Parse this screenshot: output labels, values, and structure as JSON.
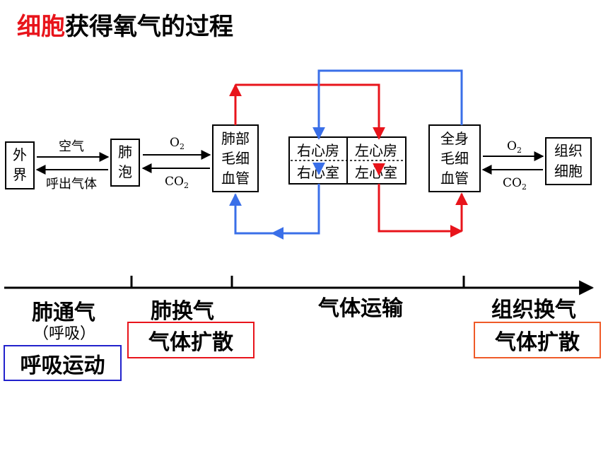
{
  "title": {
    "highlight": "细胞",
    "rest": "获得氧气的过程"
  },
  "nodes": {
    "outside": [
      "外",
      "界"
    ],
    "alveolus": [
      "肺",
      "泡"
    ],
    "lung_capillary": [
      "肺部",
      "毛细",
      "血管"
    ],
    "heart": {
      "right_atrium": "右心房",
      "left_atrium": "左心房",
      "right_ventricle": "右心室",
      "left_ventricle": "左心室"
    },
    "body_capillary": [
      "全身",
      "毛细",
      "血管"
    ],
    "tissue_cell": [
      "组织",
      "细胞"
    ]
  },
  "flows": {
    "air_in": "空气",
    "gas_out": "呼出气体",
    "o2_main": "O",
    "o2_sub": "2",
    "co2_main": "CO",
    "co2_sub": "2"
  },
  "stages": {
    "lung_ventilation": "肺通气",
    "breathing_paren": "（呼吸）",
    "breathing_movement": "呼吸运动",
    "lung_exchange": "肺换气",
    "lung_diffusion": "气体扩散",
    "gas_transport": "气体运输",
    "tissue_exchange": "组织换气",
    "tissue_diffusion": "气体扩散"
  },
  "colors": {
    "red": "#e8141b",
    "blue": "#3a6fe8",
    "box_blue": "#2222cc",
    "box_red": "#e8141b",
    "box_orange": "#ef5a28"
  }
}
